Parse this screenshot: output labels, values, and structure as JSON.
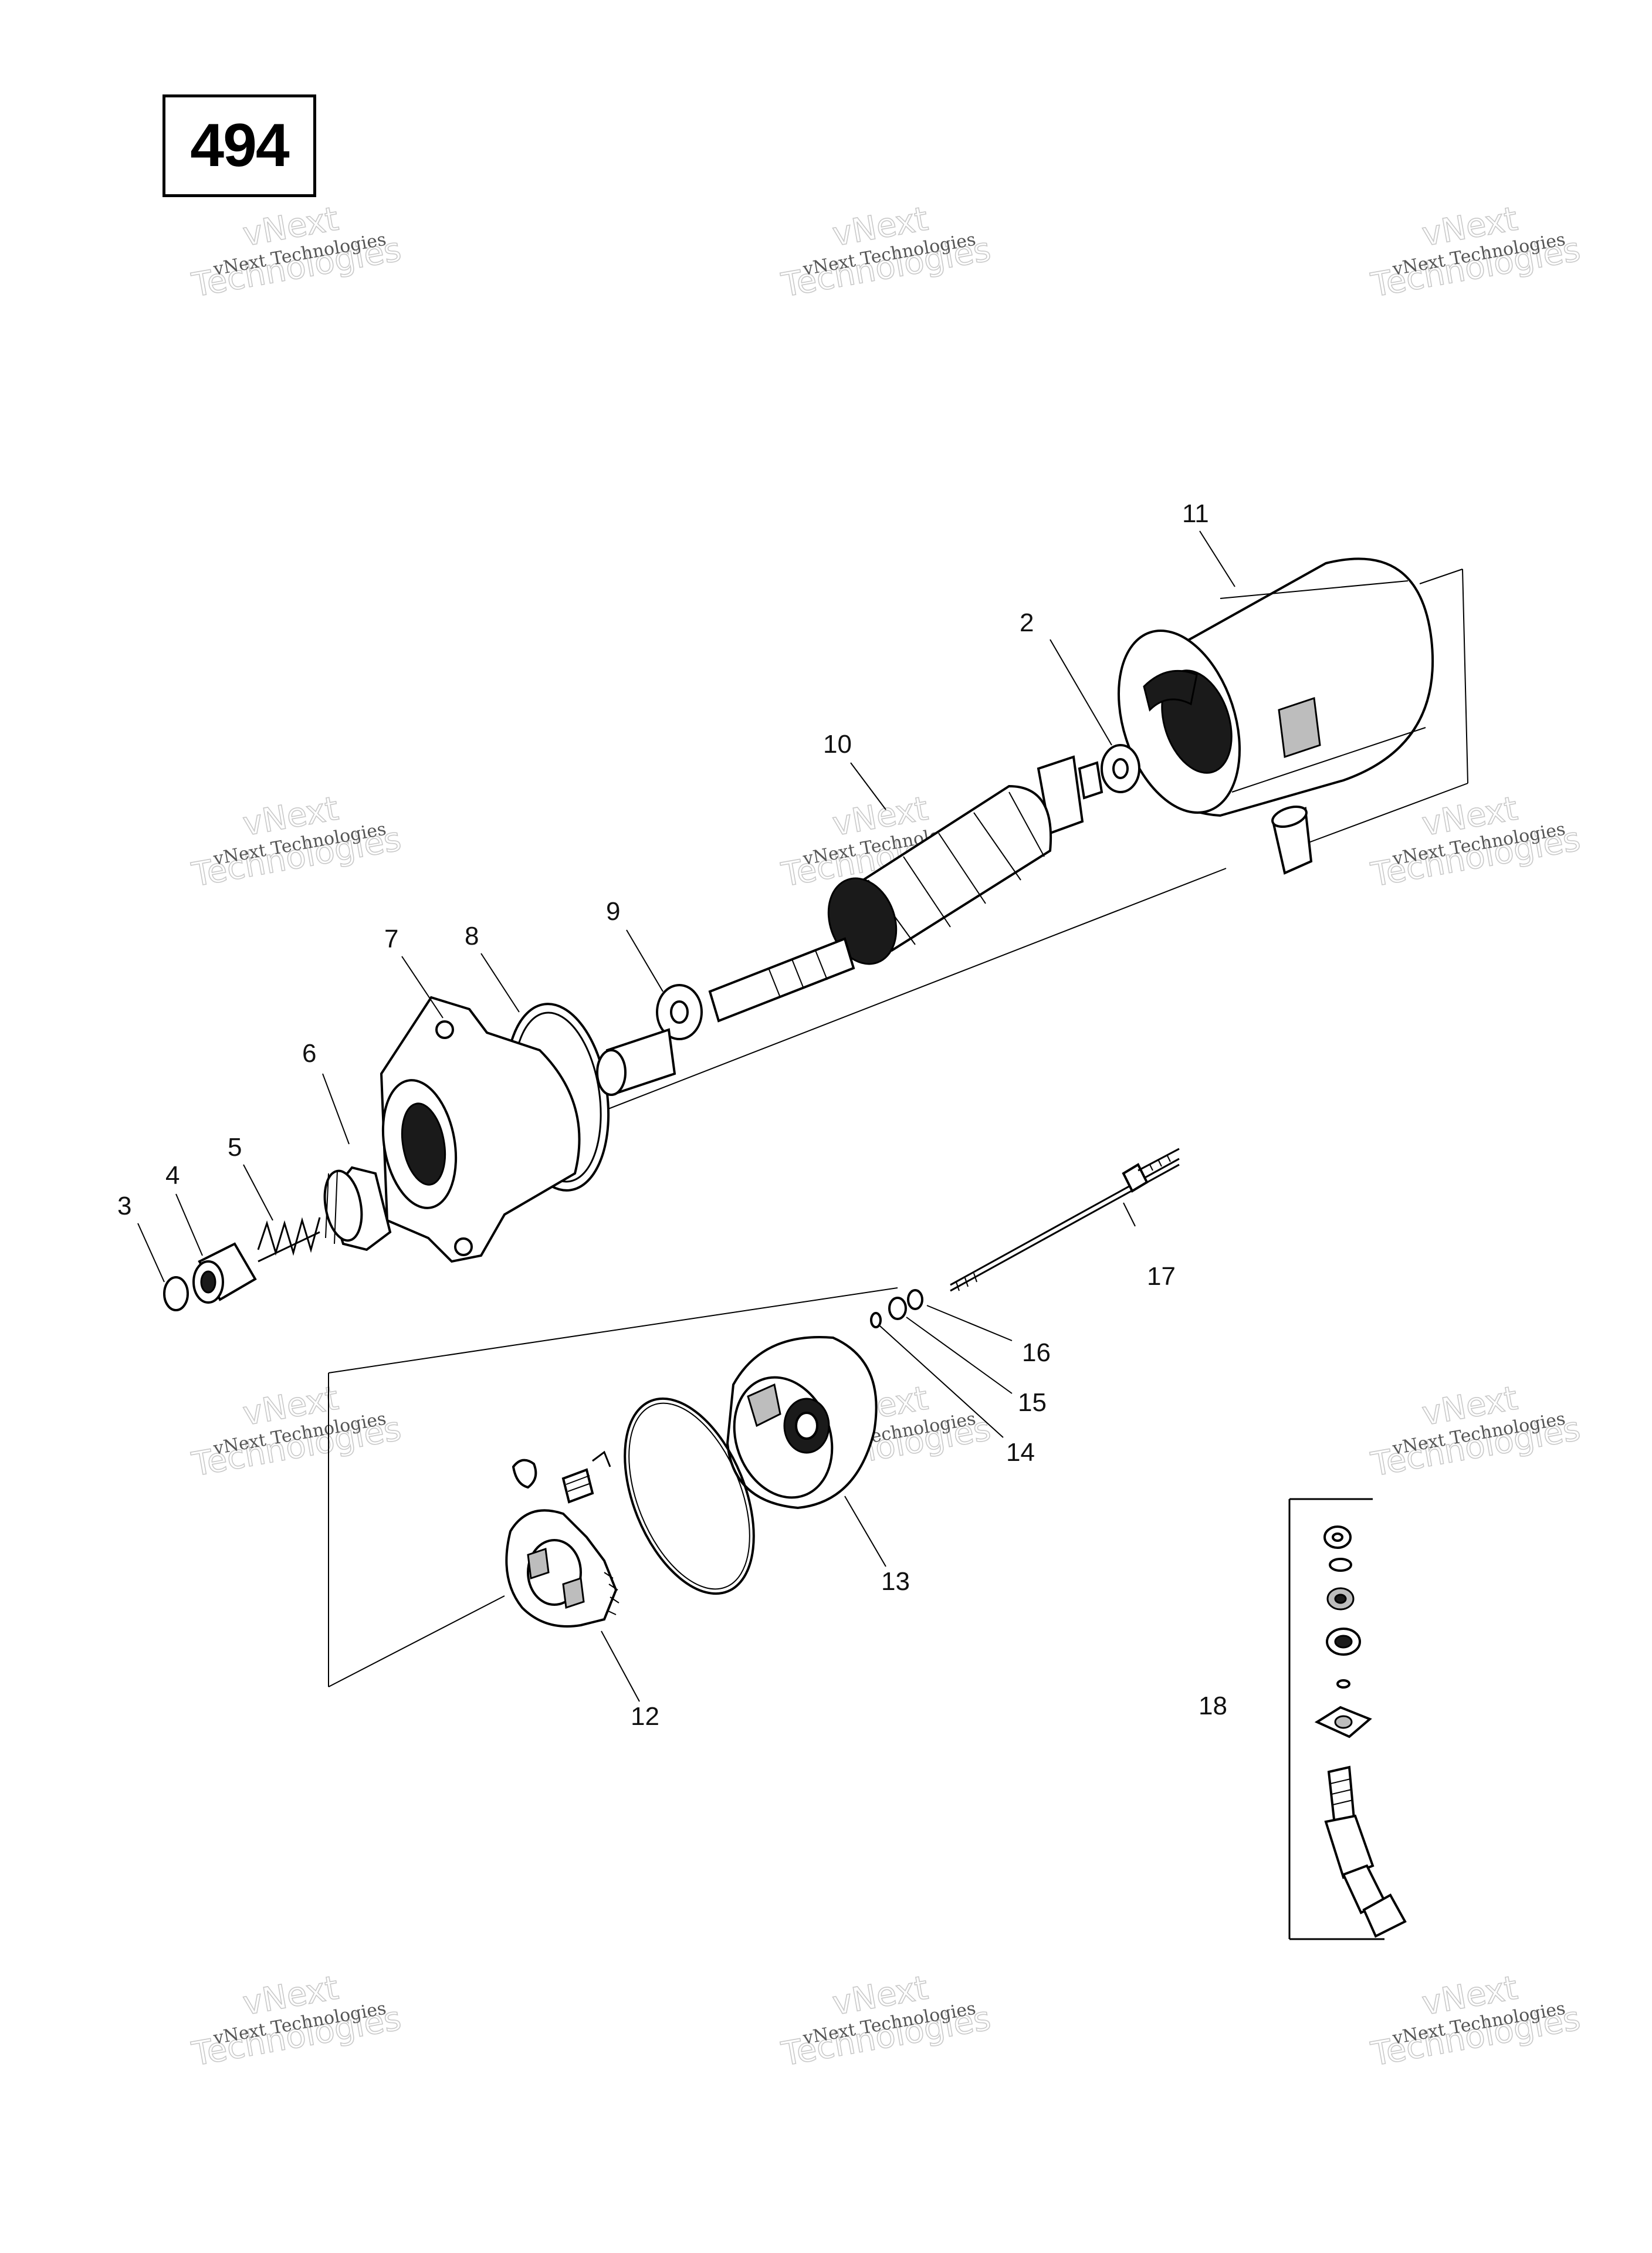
{
  "page_number": "494",
  "watermark": {
    "line1": "vNext Technologies",
    "line2": "vNext",
    "line3": "Technologies"
  },
  "callouts": {
    "c2": "2",
    "c3": "3",
    "c4": "4",
    "c5": "5",
    "c6": "6",
    "c7": "7",
    "c8": "8",
    "c9": "9",
    "c10": "10",
    "c11": "11",
    "c12": "12",
    "c13": "13",
    "c14": "14",
    "c15": "15",
    "c16": "16",
    "c17": "17",
    "c18": "18"
  }
}
